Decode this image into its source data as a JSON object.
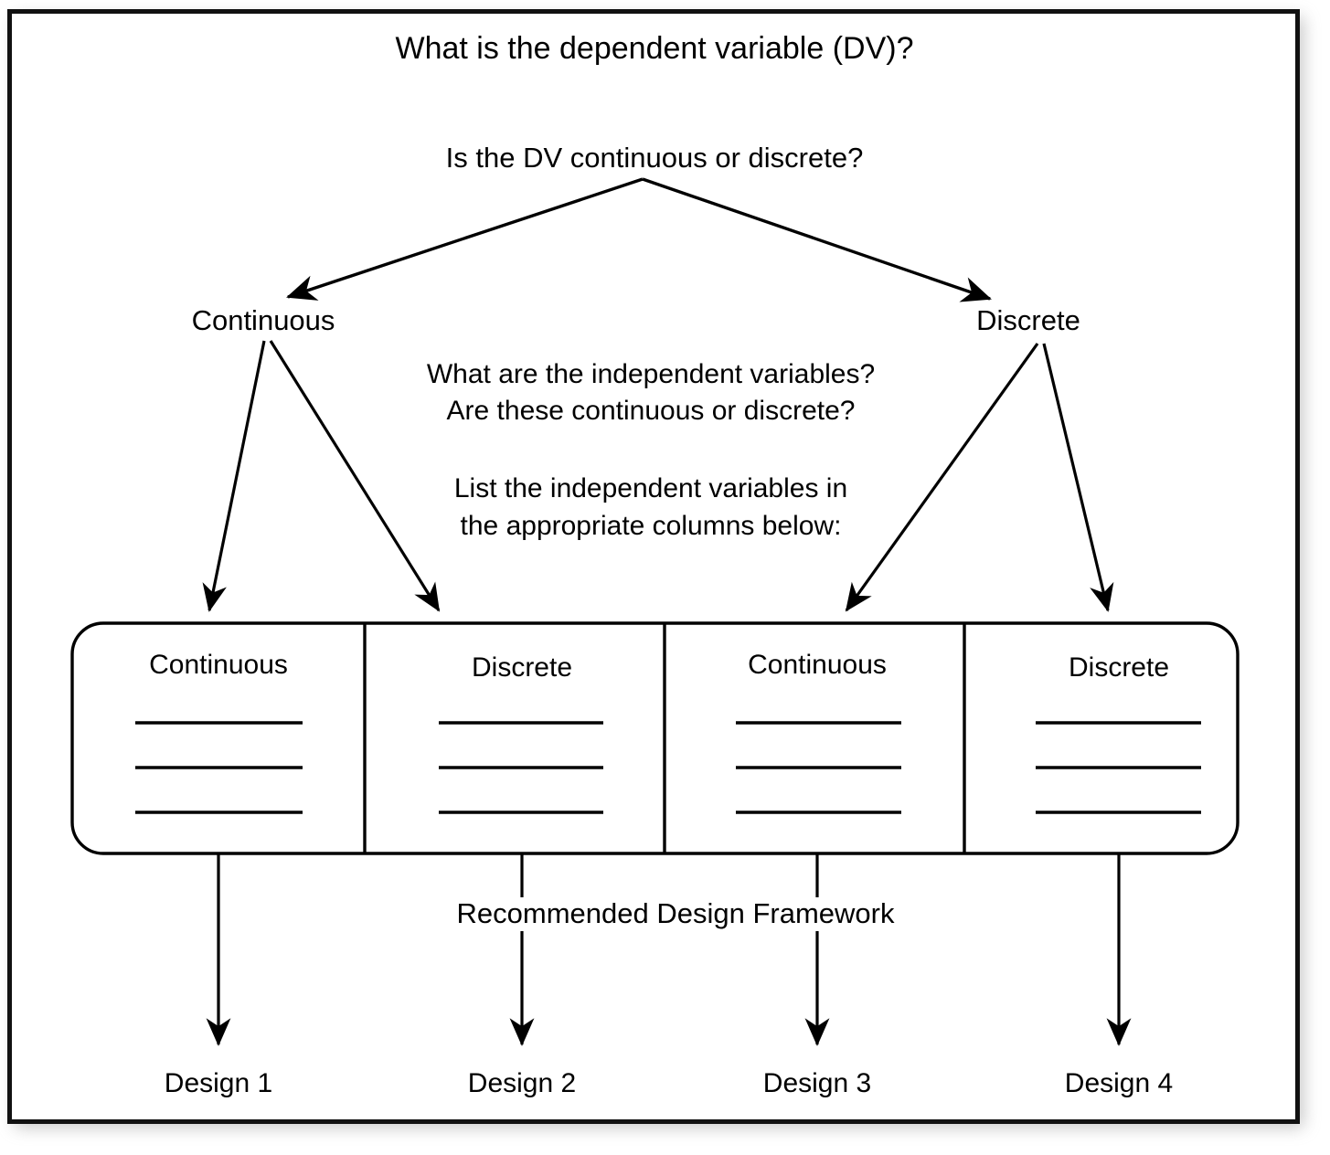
{
  "diagram": {
    "type": "flowchart",
    "title_question": "What is the dependent variable (DV)?",
    "sub_question": "Is the DV continuous or discrete?",
    "branches": [
      {
        "label": "Continuous"
      },
      {
        "label": "Discrete"
      }
    ],
    "middle_text": {
      "line1": "What are the independent variables?",
      "line2": "Are these continuous or discrete?",
      "line3": "List the independent variables in",
      "line4": "the appropriate columns below:"
    },
    "table": {
      "columns": [
        {
          "header": "Continuous",
          "blank_lines": 3
        },
        {
          "header": "Discrete",
          "blank_lines": 3
        },
        {
          "header": "Continuous",
          "blank_lines": 3
        },
        {
          "header": "Discrete",
          "blank_lines": 3
        }
      ]
    },
    "framework_label": "Recommended Design Framework",
    "outcomes": [
      {
        "label": "Design 1"
      },
      {
        "label": "Design 2"
      },
      {
        "label": "Design 3"
      },
      {
        "label": "Design 4"
      }
    ],
    "colors": {
      "ink": "#000000",
      "background": "#ffffff",
      "frame": "#111111"
    }
  }
}
